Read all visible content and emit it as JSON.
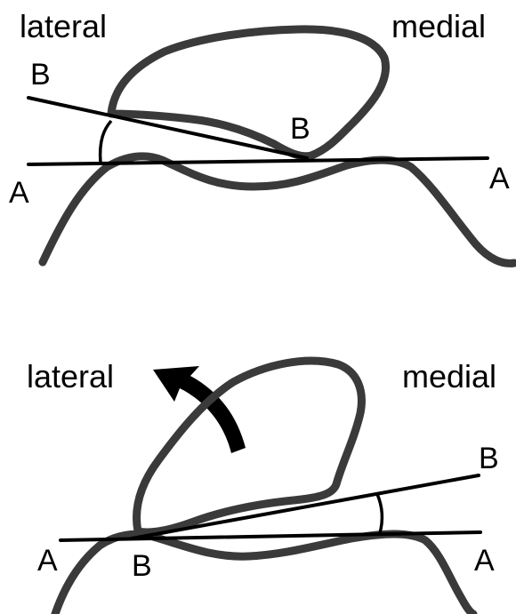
{
  "panels": [
    {
      "lateral": "lateral",
      "medial": "medial",
      "line_a_left": "A",
      "line_a_right": "A",
      "line_b_left": "B",
      "line_b_right": "B"
    },
    {
      "lateral": "lateral",
      "medial": "medial",
      "line_a_left": "A",
      "line_a_right": "A",
      "line_b_left": "B",
      "line_b_right": "B"
    }
  ],
  "colors": {
    "bone_outline": "#3a3a3a",
    "lines": "#000000",
    "background": "#ffffff"
  }
}
